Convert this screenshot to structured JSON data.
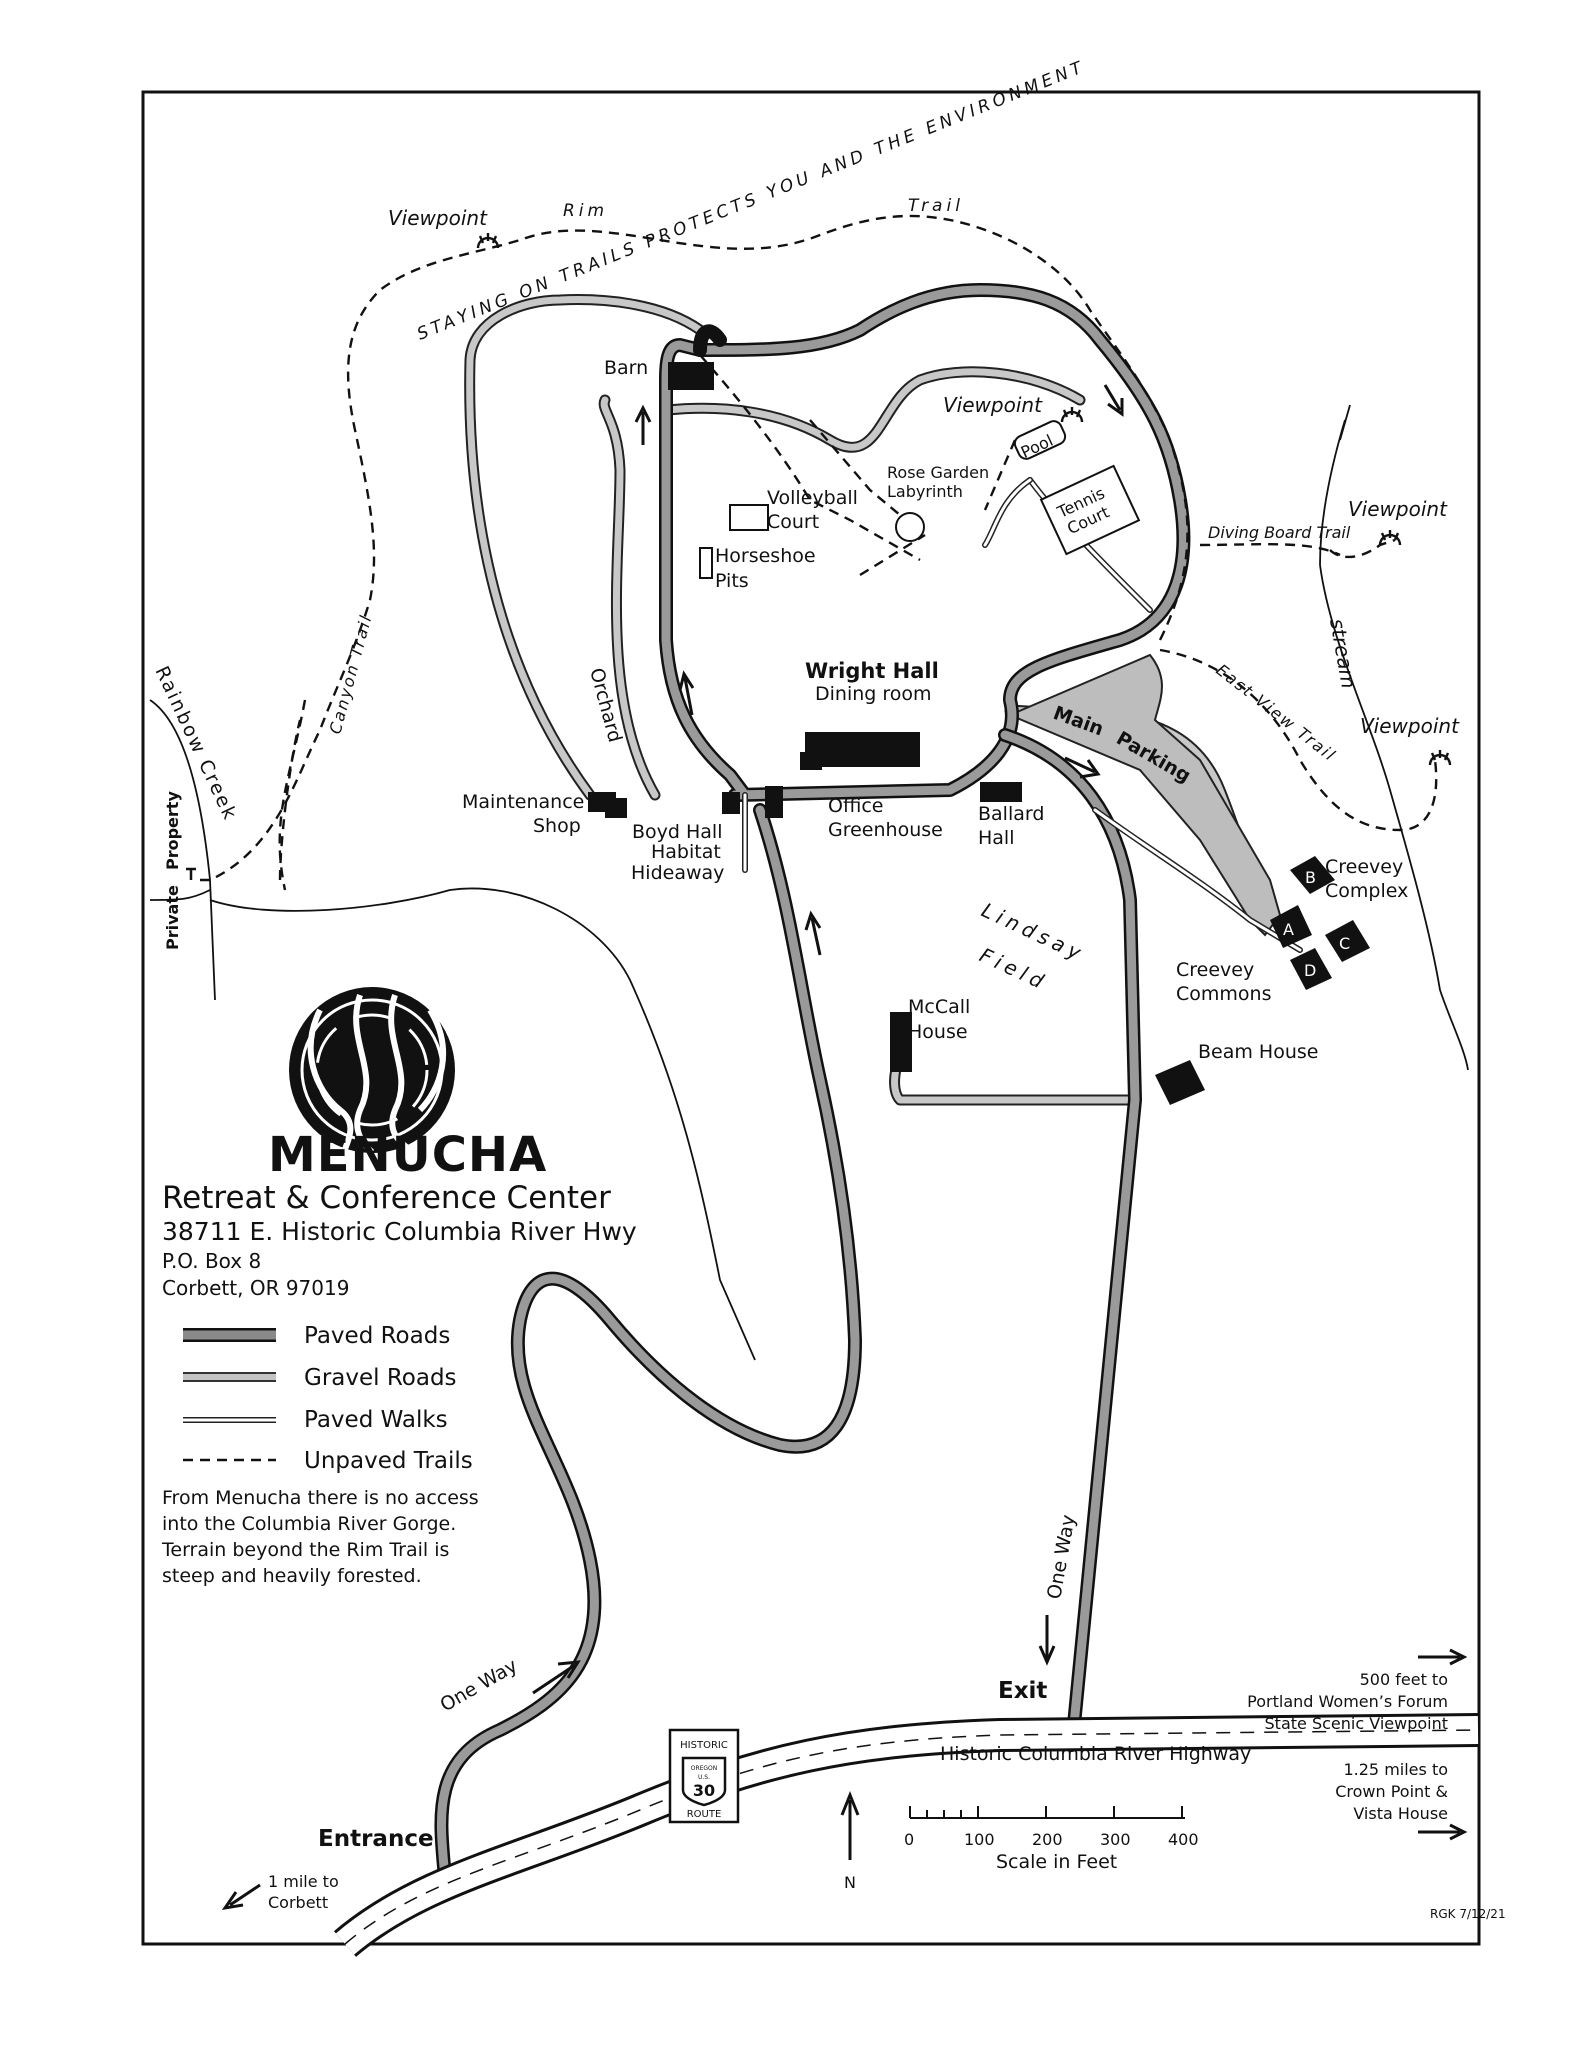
{
  "header": {
    "org_name": "MENUCHA",
    "subtitle": "Retreat & Conference Center",
    "address_line1": "38711 E. Historic Columbia River Hwy",
    "address_line2": "P.O. Box 8",
    "address_line3": "Corbett, OR 97019"
  },
  "legend": {
    "items": [
      {
        "label": "Paved Roads"
      },
      {
        "label": "Gravel Roads"
      },
      {
        "label": "Paved Walks"
      },
      {
        "label": "Unpaved Trails"
      }
    ],
    "note": [
      "From Menucha there is no access",
      "into the Columbia River Gorge.",
      "Terrain beyond the Rim Trail is",
      "steep and heavily forested."
    ]
  },
  "labels": {
    "viewpoint": "Viewpoint",
    "rim": "Rim",
    "trail": "Trail",
    "staying_message": "STAYING ON TRAILS PROTECTS YOU AND THE ENVIRONMENT",
    "barn": "Barn",
    "rose_garden": "Rose Garden",
    "labyrinth": "Labyrinth",
    "volleyball_1": "Volleyball",
    "volleyball_2": "Court",
    "horseshoe_1": "Horseshoe",
    "horseshoe_2": "Pits",
    "pool": "Pool",
    "tennis_1": "Tennis",
    "tennis_2": "Court",
    "diving_board_trail": "Diving Board Trail",
    "stream": "stream",
    "east_view_trail": "East View Trail",
    "main_parking_1": "Main",
    "main_parking_2": "Parking",
    "wright_hall": "Wright Hall",
    "dining_room": "Dining room",
    "orchard": "Orchard",
    "canyon_trail": "Canyon Trail",
    "rainbow_creek": "Rainbow Creek",
    "private_property_1": "Private",
    "private_property_2": "Property",
    "maintenance_1": "Maintenance",
    "maintenance_2": "Shop",
    "boyd_hall": "Boyd Hall",
    "habitat": "Habitat",
    "hideaway": "Hideaway",
    "office": "Office",
    "greenhouse": "Greenhouse",
    "ballard_1": "Ballard",
    "ballard_2": "Hall",
    "creevey_complex_1": "Creevey",
    "creevey_complex_2": "Complex",
    "creevey_commons_1": "Creevey",
    "creevey_commons_2": "Commons",
    "bldg_a": "A",
    "bldg_b": "B",
    "bldg_c": "C",
    "bldg_d": "D",
    "lindsay": "Lindsay",
    "field": "Field",
    "mccall_1": "McCall",
    "mccall_2": "House",
    "beam_house": "Beam House",
    "one_way": "One Way",
    "exit": "Exit",
    "entrance": "Entrance",
    "highway": "Historic Columbia River Highway",
    "corbett_1": "1 mile to",
    "corbett_2": "Corbett",
    "portland_1": "500 feet to",
    "portland_2": "Portland Women’s Forum",
    "portland_3": "State Scenic Viewpoint",
    "crown_1": "1.25 miles to",
    "crown_2": "Crown Point &",
    "crown_3": "Vista House",
    "north": "N",
    "scale_title": "Scale in Feet",
    "scale_ticks": [
      "0",
      "100",
      "200",
      "300",
      "400"
    ],
    "shield_top": "HISTORIC",
    "shield_state": "OREGON",
    "shield_us": "U.S.",
    "shield_num": "30",
    "shield_bottom": "ROUTE",
    "credit": "RGK 7/12/21"
  }
}
